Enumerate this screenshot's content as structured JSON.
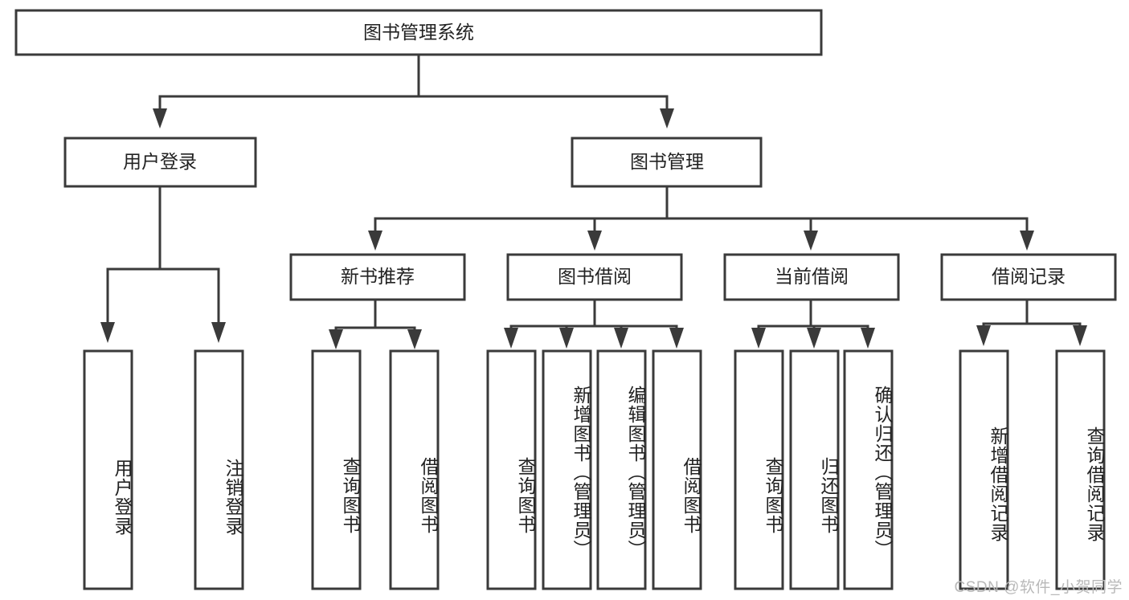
{
  "diagram": {
    "title": "图书管理系统",
    "type": "tree-hierarchy",
    "root": {
      "label": "图书管理系统"
    },
    "level1": [
      {
        "label": "用户登录"
      },
      {
        "label": "图书管理"
      }
    ],
    "level2": [
      {
        "label": "新书推荐"
      },
      {
        "label": "图书借阅"
      },
      {
        "label": "当前借阅"
      },
      {
        "label": "借阅记录"
      }
    ],
    "leaves": {
      "user_login": [
        {
          "label": "用户登录"
        },
        {
          "label": "注销登录"
        }
      ],
      "new_book_recommend": [
        {
          "label": "查询图书"
        },
        {
          "label": "借阅图书"
        }
      ],
      "book_borrow": [
        {
          "label": "查询图书"
        },
        {
          "label": "新增图书（管理员）"
        },
        {
          "label": "编辑图书（管理员）"
        },
        {
          "label": "借阅图书"
        }
      ],
      "current_borrow": [
        {
          "label": "查询图书"
        },
        {
          "label": "归还图书"
        },
        {
          "label": "确认归还（管理员）"
        }
      ],
      "borrow_record": [
        {
          "label": "新增借阅记录"
        },
        {
          "label": "查询借阅记录"
        }
      ]
    }
  },
  "watermark": {
    "text": "CSDN @软件_小贺同学"
  },
  "colors": {
    "stroke": "#3a3a3a",
    "fill": "#ffffff",
    "text": "#222222",
    "watermark": "#b9b9b9"
  }
}
